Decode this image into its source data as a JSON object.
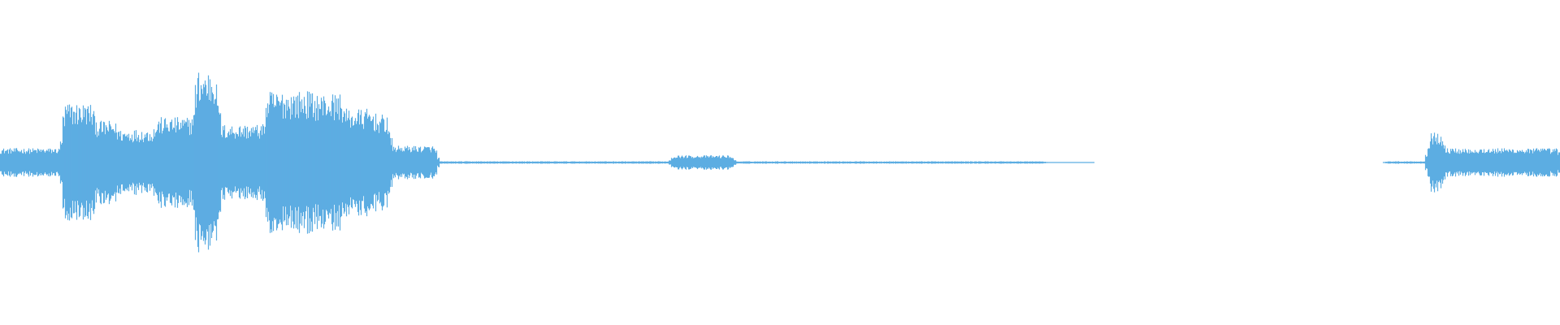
{
  "waveform": {
    "color": "#5DADE2",
    "background": "#FFFFFF",
    "segments": [
      {
        "start": 0.0,
        "end": 0.04,
        "level": 0.12
      },
      {
        "start": 0.04,
        "end": 0.06,
        "level": 0.5
      },
      {
        "start": 0.06,
        "end": 0.075,
        "level": 0.35
      },
      {
        "start": 0.075,
        "end": 0.1,
        "level": 0.28
      },
      {
        "start": 0.1,
        "end": 0.125,
        "level": 0.38
      },
      {
        "start": 0.125,
        "end": 0.14,
        "level": 0.78
      },
      {
        "start": 0.14,
        "end": 0.17,
        "level": 0.32
      },
      {
        "start": 0.17,
        "end": 0.2,
        "level": 0.6
      },
      {
        "start": 0.2,
        "end": 0.22,
        "level": 0.58
      },
      {
        "start": 0.22,
        "end": 0.24,
        "level": 0.45
      },
      {
        "start": 0.24,
        "end": 0.25,
        "level": 0.4
      },
      {
        "start": 0.25,
        "end": 0.28,
        "level": 0.14
      },
      {
        "start": 0.28,
        "end": 0.43,
        "level": 0.01
      },
      {
        "start": 0.43,
        "end": 0.47,
        "level": 0.06
      },
      {
        "start": 0.47,
        "end": 0.67,
        "level": 0.01
      },
      {
        "start": 0.67,
        "end": 0.7,
        "level": 0.003
      },
      {
        "start": 0.7,
        "end": 0.888,
        "level": 0.0
      },
      {
        "start": 0.888,
        "end": 0.915,
        "level": 0.01
      },
      {
        "start": 0.915,
        "end": 0.925,
        "level": 0.25
      },
      {
        "start": 0.925,
        "end": 1.0,
        "level": 0.12
      }
    ]
  }
}
